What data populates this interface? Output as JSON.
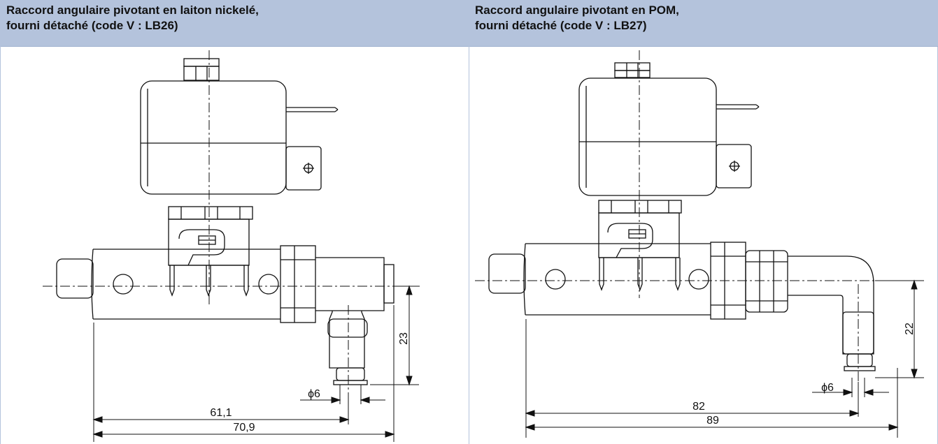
{
  "panels": [
    {
      "title_line1": "Raccord angulaire pivotant en laiton nickelé,",
      "title_line2": "fourni détaché (code V : LB26)",
      "dims": {
        "height": "23",
        "diameter": "ϕ6",
        "length_a": "61,1",
        "length_b": "70,9"
      }
    },
    {
      "title_line1": "Raccord angulaire pivotant en POM,",
      "title_line2": "fourni détaché (code V : LB27)",
      "dims": {
        "height": "22",
        "diameter": "ϕ6",
        "length_a": "82",
        "length_b": "89"
      }
    }
  ],
  "colors": {
    "header_bg": "#b4c3dc",
    "line": "#111111"
  }
}
